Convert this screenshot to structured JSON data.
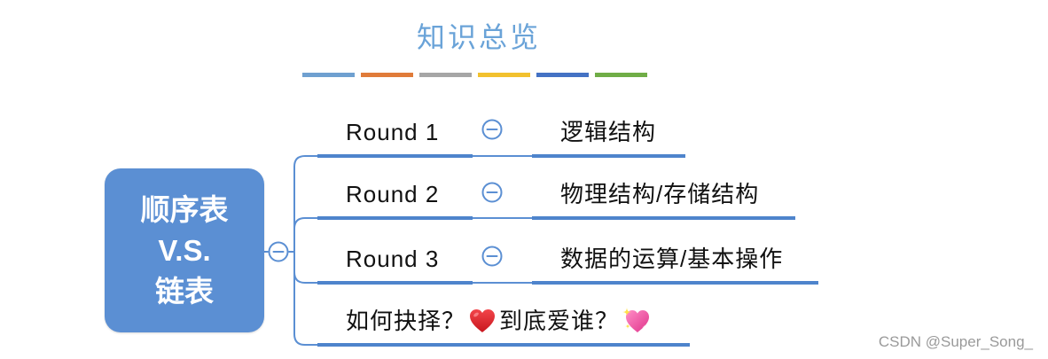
{
  "title": "知识总览",
  "palette_bars": [
    "#6fa0d0",
    "#e07b39",
    "#a6a6a6",
    "#f2c12e",
    "#4472c4",
    "#70ad47"
  ],
  "colors": {
    "accent": "#5b8fd3",
    "underline": "#4e84cc",
    "title": "#6aa3d8",
    "watermark": "#9a9a9a"
  },
  "central_node": {
    "lines": [
      "顺序表",
      "V.S.",
      "链表"
    ]
  },
  "collapse_icon": "minus-circle-icon",
  "branches": [
    {
      "label": "Round 1",
      "child": "逻辑结构"
    },
    {
      "label": "Round 2",
      "child": "物理结构/存储结构"
    },
    {
      "label": "Round 3",
      "child": "数据的运算/基本操作"
    }
  ],
  "question": {
    "part1": "如何抉择？",
    "icon1": "red-heart-icon",
    "part2": "到底爱谁？",
    "icon2": "sparkling-heart-icon"
  },
  "watermark": "CSDN @Super_Song_"
}
